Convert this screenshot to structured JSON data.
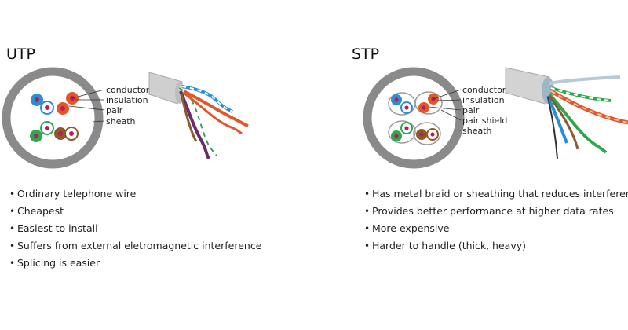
{
  "utp": {
    "title": "UTP",
    "labels": {
      "conductor": "conductor",
      "insulation": "insulation",
      "pair": "pair",
      "sheath": "sheath"
    },
    "bullets": [
      "Ordinary telephone wire",
      "Cheapest",
      "Easiest to install",
      "Suffers from external eletromagnetic interference",
      "Splicing is easier"
    ]
  },
  "stp": {
    "title": "STP",
    "labels": {
      "conductor": "conductor",
      "insulation": "insulation",
      "pair": "pair",
      "pair_shield": "pair shield",
      "sheath": "sheath"
    },
    "bullets": [
      "Has metal braid or sheathing that reduces interference",
      "Provides better performance at higher data rates",
      "More expensive",
      "Harder to handle (thick, heavy)"
    ]
  },
  "colors": {
    "sheath": "#8a8a8a",
    "blue": "#2b8fd6",
    "orange": "#e0582a",
    "green": "#2ea84f",
    "brown": "#8a5a2b",
    "core": "#c2185b"
  }
}
